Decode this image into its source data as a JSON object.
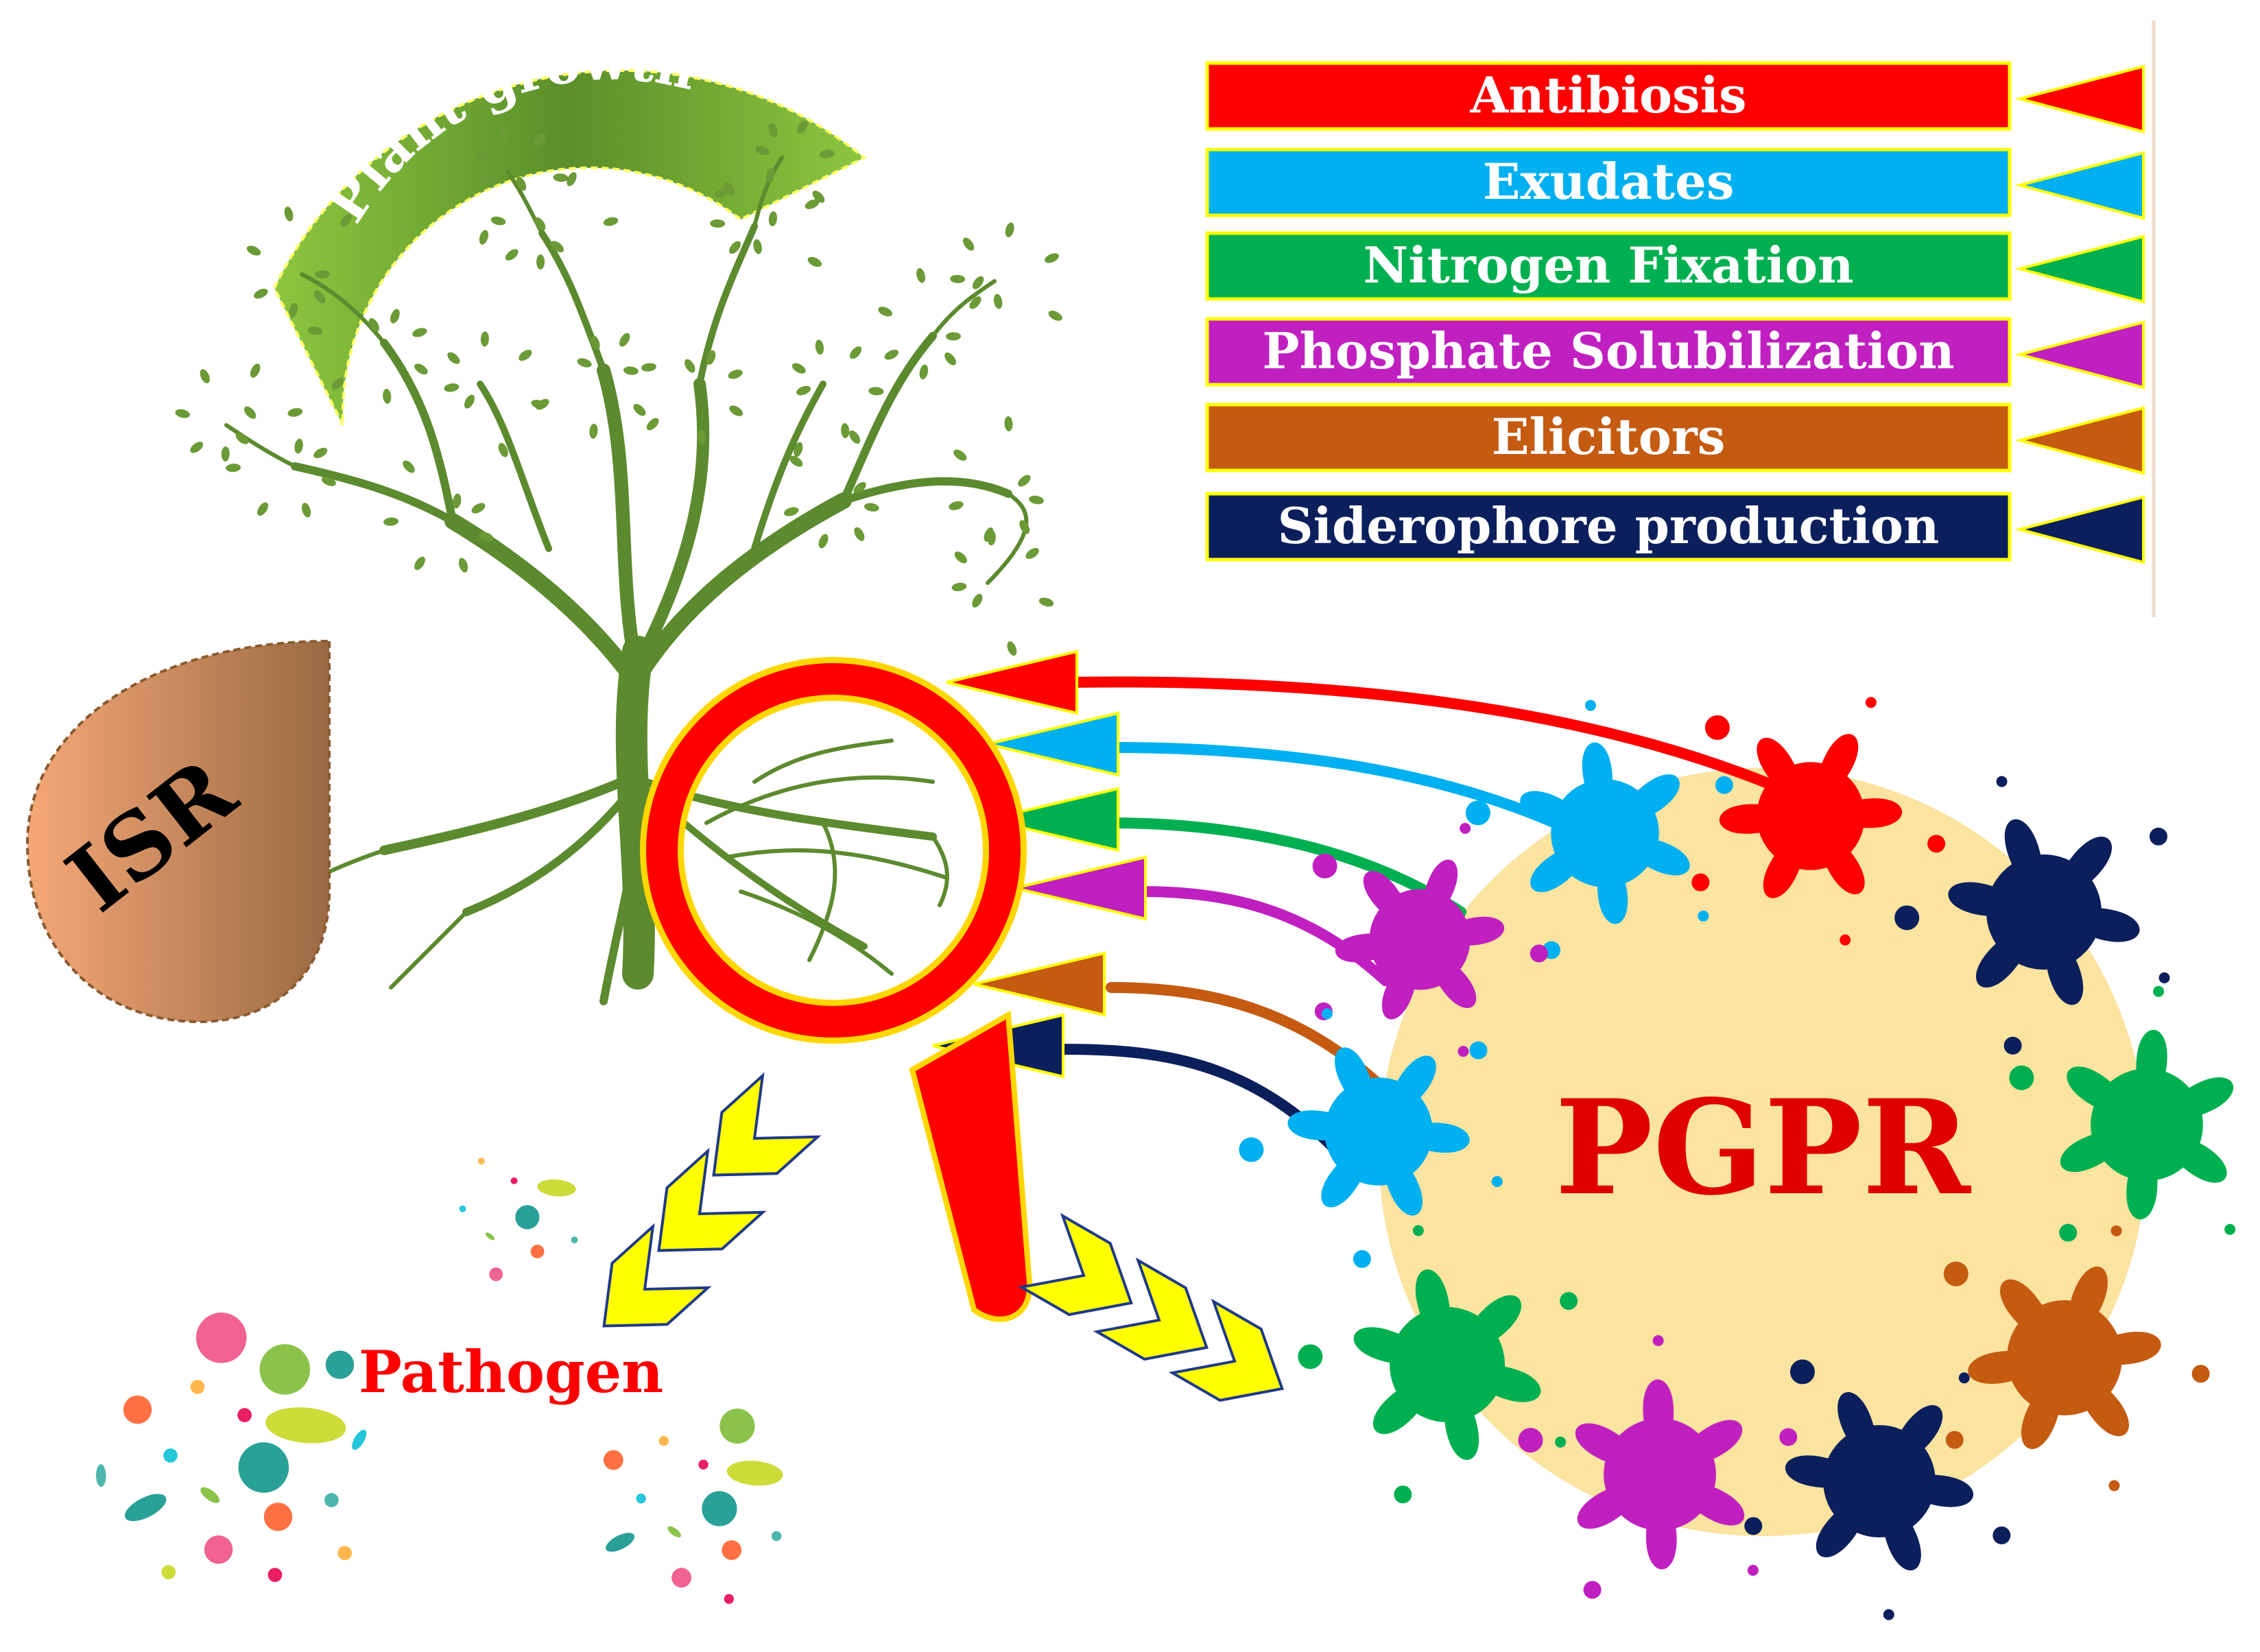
{
  "labels": {
    "plant_growth": "Plant growth",
    "isr": "ISR",
    "pgpr": "PGPR",
    "pathogen": "Pathogen"
  },
  "mechanisms": [
    {
      "label": "Antibiosis",
      "color": "#ff0000"
    },
    {
      "label": "Exudates",
      "color": "#00b0f0"
    },
    {
      "label": "Nitrogen Fixation",
      "color": "#00b050"
    },
    {
      "label": "Phosphate Solubilization",
      "color": "#c020c0"
    },
    {
      "label": "Elicitors",
      "color": "#c55a11"
    },
    {
      "label": "Siderophore production",
      "color": "#0b1f5c"
    }
  ],
  "colors": {
    "tree": "#5c8a2e",
    "magnifier": "#ff0000",
    "pgpr_circle": "#fbe3a0",
    "chevron": "#ffff00",
    "label_border": "#ffff00",
    "pathogen_text": "#ff0000",
    "pgpr_text": "#e00000"
  }
}
